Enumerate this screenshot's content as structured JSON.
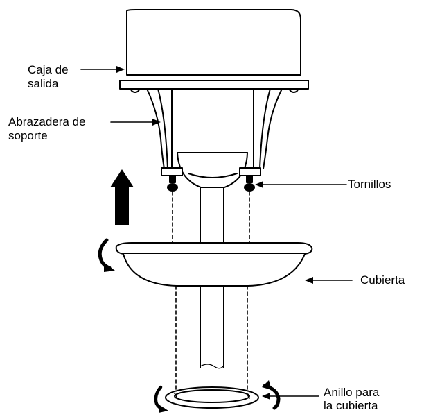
{
  "labels": {
    "outlet_box_line1": "Caja de",
    "outlet_box_line2": "salida",
    "bracket_line1": "Abrazadera de",
    "bracket_line2": "soporte",
    "screws": "Tornillos",
    "canopy": "Cubierta",
    "ring_line1": "Anillo para",
    "ring_line2": "la cubierta"
  },
  "colors": {
    "ink": "#000000",
    "background": "#ffffff"
  }
}
